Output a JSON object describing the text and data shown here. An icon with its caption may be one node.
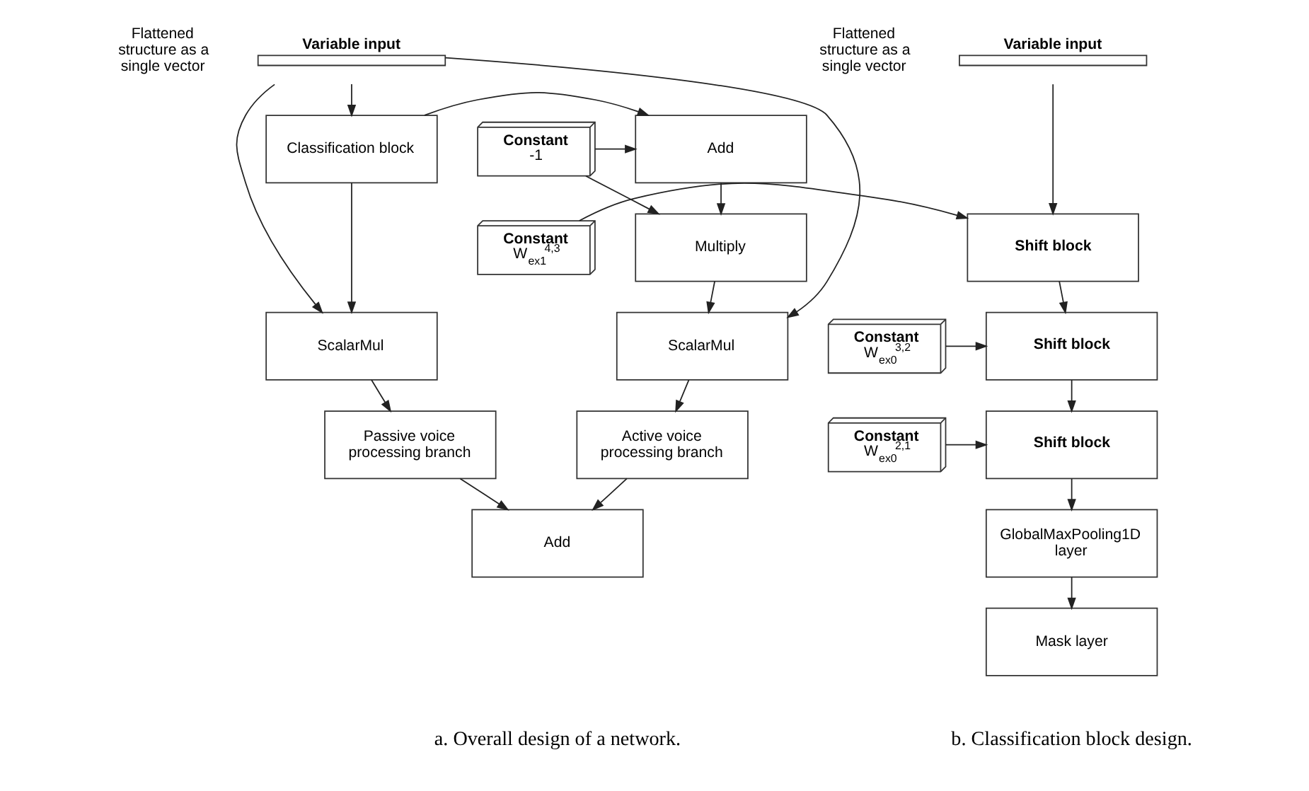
{
  "diagram": {
    "nodes": [
      {
        "text": [
          "Variable input"
        ],
        "beside": [
          "Flattened structure as a single vector"
        ]
      },
      {
        "text": [
          "Classification block"
        ]
      },
      {
        "text": [
          "Add"
        ]
      },
      {
        "text": [
          "Constant",
          "-1"
        ]
      },
      {
        "text": [
          "Multiply"
        ]
      },
      {
        "text": [
          "ScalarMul"
        ]
      },
      {
        "text": [
          "ScalarMul"
        ]
      },
      {
        "text": [
          "Passive voice processing branch"
        ]
      },
      {
        "text": [
          "Active voice processing branch"
        ]
      },
      {
        "text": [
          "Add"
        ]
      },
      {
        "text": [
          "Variable input"
        ],
        "beside": [
          "Flattened structure as a single vector"
        ]
      },
      {
        "text": [
          "Constant",
          "W$_{ex1}$$^{4,3}$"
        ]
      },
      {
        "text": [
          "Shift block"
        ]
      },
      {
        "text": [
          "Constant",
          "W$_{ex0}$$^{3,2}$"
        ]
      },
      {
        "text": [
          "Shift block"
        ]
      },
      {
        "text": [
          "Constant",
          "W$_{ex0}$$^{2,1}$"
        ]
      },
      {
        "text": [
          "Shift block"
        ]
      },
      {
        "text": [
          "GlobalMaxPooling1D layer"
        ]
      },
      {
        "text": [
          "Mask layer"
        ]
      }
    ],
    "edges": [
      {
        "from": 0,
        "to": 1,
        "arrow": "to"
      },
      {
        "from": 0,
        "to": 5,
        "arrow": "to"
      },
      {
        "from": 0,
        "to": 6,
        "arrow": "to"
      },
      {
        "from": 1,
        "to": 2,
        "arrow": "to"
      },
      {
        "from": 3,
        "to": 2,
        "arrow": "to"
      },
      {
        "from": 2,
        "to": 4,
        "arrow": "to"
      },
      {
        "from": 3,
        "to": 4,
        "arrow": "to"
      },
      {
        "from": 1,
        "to": 5,
        "arrow": "to"
      },
      {
        "from": 4,
        "to": 6,
        "arrow": "to"
      },
      {
        "from": 5,
        "to": 7,
        "arrow": "to"
      },
      {
        "from": 6,
        "to": 8,
        "arrow": "to"
      },
      {
        "from": 7,
        "to": 9,
        "arrow": "to"
      },
      {
        "from": 8,
        "to": 9,
        "arrow": "to"
      },
      {
        "from": 10,
        "to": 12,
        "arrow": "to"
      },
      {
        "from": 11,
        "to": 12,
        "arrow": "to"
      },
      {
        "from": 12,
        "to": 14,
        "arrow": "to"
      },
      {
        "from": 13,
        "to": 14,
        "arrow": "to"
      },
      {
        "from": 14,
        "to": 16,
        "arrow": "to"
      },
      {
        "from": 15,
        "to": 16,
        "arrow": "to"
      },
      {
        "from": 16,
        "to": 17,
        "arrow": "to"
      },
      {
        "from": 17,
        "to": 18,
        "arrow": "to"
      }
    ],
    "labels": [
      "a. Overall design of a network.",
      "b. Classification block design."
    ]
  }
}
